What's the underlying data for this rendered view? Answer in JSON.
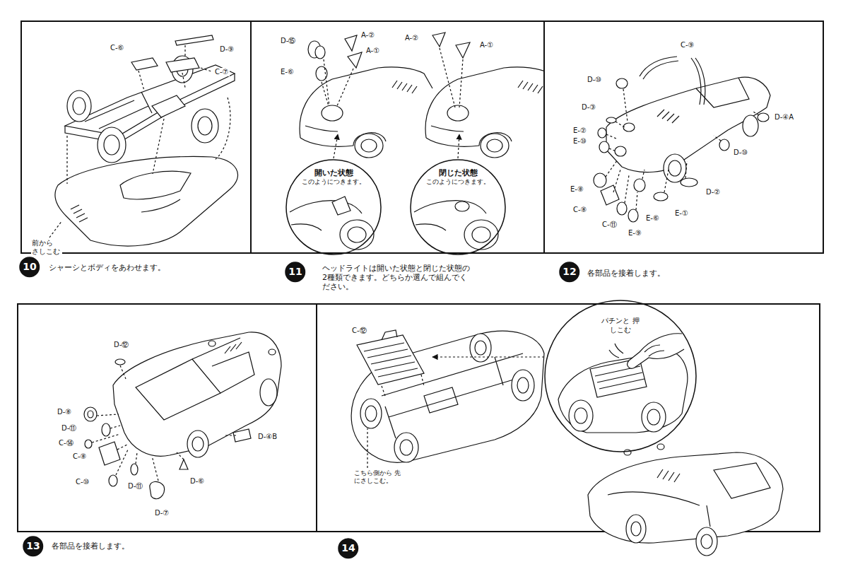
{
  "diagram": {
    "nodes": [
      {
        "text": [
          "10"
        ]
      },
      {
        "text": [
          "11"
        ]
      },
      {
        "text": [
          "開いた状態",
          "このようにつきます。"
        ]
      },
      {
        "text": [
          "閉じた状態",
          "このようにつきます。"
        ]
      },
      {
        "text": [
          "12"
        ]
      },
      {
        "text": [
          "13"
        ]
      },
      {
        "text": [
          "14"
        ]
      },
      {
        "text": [
          "パチンと 押しこむ"
        ]
      }
    ],
    "labels": [
      "シャーシとボディをあわせます。",
      "C-⑥",
      "D-⑨",
      "C-⑦",
      "前から さしこむ",
      "D-⑮",
      "A-②",
      "A-①",
      "E-⑥",
      "A-②",
      "A-①",
      "ヘッドライトは開いた状態と閉じた状態の 2種類できます。どちらか選んで組んでく ださい。",
      "C-⑨",
      "D-⑩",
      "D-③",
      "E-②",
      "E-⑩",
      "E-⑧",
      "C-⑧",
      "C-⑪",
      "E-⑨",
      "E-⑥",
      "E-①",
      "D-②",
      "D-⑩",
      "D-④A",
      "各部品を接着します。",
      "D-⑫",
      "D-⑧",
      "D-⑪",
      "C-⑭",
      "C-⑧",
      "C-⑩",
      "D-⑪",
      "D-⑦",
      "D-⑥",
      "D-④B",
      "各部品を接着します。",
      "C-⑫",
      "こちら側から 先にさしこむ。"
    ]
  }
}
